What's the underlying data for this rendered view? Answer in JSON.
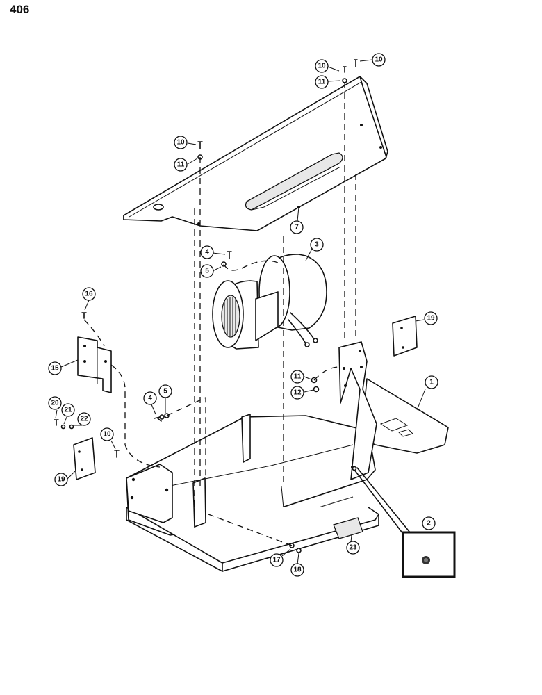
{
  "page_number": "406",
  "callouts": [
    {
      "id": "c10-top-left",
      "label": "10"
    },
    {
      "id": "c10-top-right",
      "label": "10"
    },
    {
      "id": "c11-top",
      "label": "11"
    },
    {
      "id": "c10-mid",
      "label": "10"
    },
    {
      "id": "c11-mid",
      "label": "11"
    },
    {
      "id": "c7",
      "label": "7"
    },
    {
      "id": "c4-upper",
      "label": "4"
    },
    {
      "id": "c5-upper",
      "label": "5"
    },
    {
      "id": "c3",
      "label": "3"
    },
    {
      "id": "c16",
      "label": "16"
    },
    {
      "id": "c15",
      "label": "15"
    },
    {
      "id": "c19-right",
      "label": "19"
    },
    {
      "id": "c11-lower",
      "label": "11"
    },
    {
      "id": "c12",
      "label": "12"
    },
    {
      "id": "c1",
      "label": "1"
    },
    {
      "id": "c4-lower",
      "label": "4"
    },
    {
      "id": "c5-lower",
      "label": "5"
    },
    {
      "id": "c20",
      "label": "20"
    },
    {
      "id": "c21",
      "label": "21"
    },
    {
      "id": "c22",
      "label": "22"
    },
    {
      "id": "c10-lower",
      "label": "10"
    },
    {
      "id": "c19-left",
      "label": "19"
    },
    {
      "id": "c2",
      "label": "2"
    },
    {
      "id": "c17",
      "label": "17"
    },
    {
      "id": "c18",
      "label": "18"
    },
    {
      "id": "c23",
      "label": "23"
    }
  ]
}
